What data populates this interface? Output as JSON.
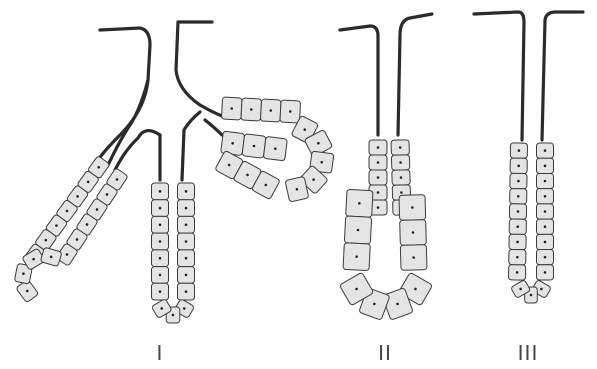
{
  "figure": {
    "labels": [
      "I",
      "II",
      "III"
    ]
  },
  "colors": {
    "duct": "#2b2b2b",
    "cell_fill": "#e4e4e4",
    "cell_stroke": "#3a3a3a",
    "nucleus": "#222222",
    "label": "#444444"
  }
}
